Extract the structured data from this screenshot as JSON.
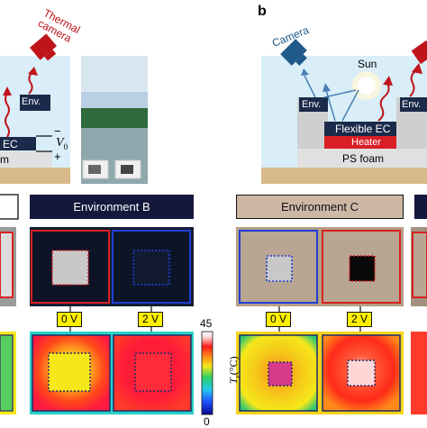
{
  "panel_a": {
    "label_thermal": "Thermal",
    "label_camera": "camera",
    "env_label": "Env.",
    "ec_label": "EC",
    "v_label": "V",
    "v_sub": "0",
    "minus": "−",
    "plus": "+",
    "foam_label": "m"
  },
  "panel_b": {
    "letter": "b",
    "camera_label": "Camera",
    "sun_label": "Sun",
    "env_label": "Env.",
    "flexible_ec_label": "Flexible EC",
    "heater_label": "Heater",
    "foam_label": "PS foam"
  },
  "environments": {
    "b_label": "Environment B",
    "c_label": "Environment C"
  },
  "voltage_tags": [
    "0 V",
    "2 V",
    "0 V",
    "2 V"
  ],
  "colorbar": {
    "max": "45",
    "min": "0",
    "axis_label_T": "T",
    "axis_label_sub": "r",
    "axis_label_unit": "(°C)",
    "colors": [
      "#0a0a8c",
      "#1f4fff",
      "#22c8f0",
      "#30d060",
      "#f5e81a",
      "#ff8a1a",
      "#ff1a1a",
      "#ffd6d6",
      "#ffffff"
    ]
  }
}
